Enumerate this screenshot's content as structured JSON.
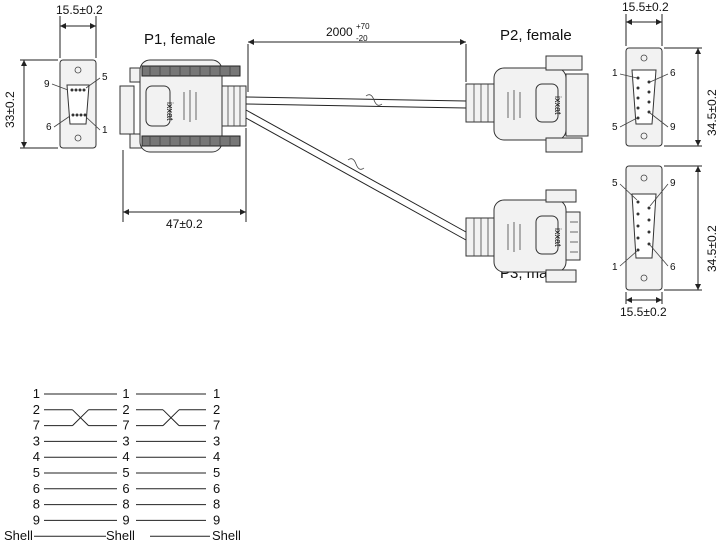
{
  "connectors": {
    "p1": {
      "title": "P1, female",
      "width_dim": "15.5±0.2",
      "height_dim": "33±0.2",
      "length_dim": "47±0.2",
      "pins": [
        "5",
        "9",
        "6",
        "1"
      ],
      "brand": "ixxat"
    },
    "p2": {
      "title": "P2, female",
      "width_dim": "15.5±0.2",
      "height_dim": "34.5±0.2",
      "pins": [
        "1",
        "6",
        "5",
        "9"
      ],
      "brand": "ixxat"
    },
    "p3": {
      "title": "P3, male",
      "width_dim": "15.5±0.2",
      "height_dim": "34.5±0.2",
      "pins": [
        "5",
        "9",
        "1",
        "6"
      ],
      "brand": "ixxat"
    }
  },
  "cable": {
    "length_main": "2000",
    "tol_plus": "+70",
    "tol_minus": "-20"
  },
  "wiring": {
    "rows": [
      "1",
      "2",
      "7",
      "3",
      "4",
      "5",
      "6",
      "8",
      "9",
      "Shell"
    ],
    "crossed_pairs": [
      [
        "2",
        "7"
      ]
    ]
  }
}
